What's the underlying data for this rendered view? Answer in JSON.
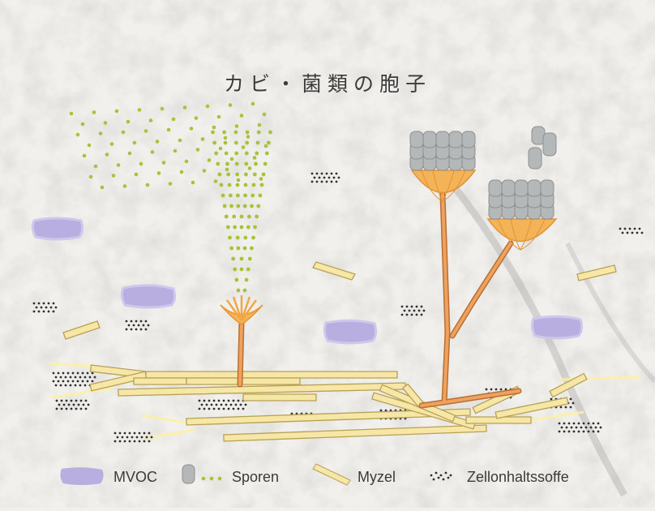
{
  "title": "カビ・菌類の胞子",
  "legend": {
    "mvoc": "MVOC",
    "sporen": "Sporen",
    "myzel": "Myzel",
    "zell": "Zellonhaltssoffe"
  },
  "colors": {
    "background": "#f1f0ec",
    "mvoc": "#b8aee0",
    "spore_green": "#a8c23a",
    "spore_grey": "#b5b8b9",
    "mycel_fill": "#f6e7a6",
    "mycel_stroke": "#b8a056",
    "stalk": "#e59a55",
    "cap": "#f5b357",
    "dots": "#2f2f2f"
  }
}
